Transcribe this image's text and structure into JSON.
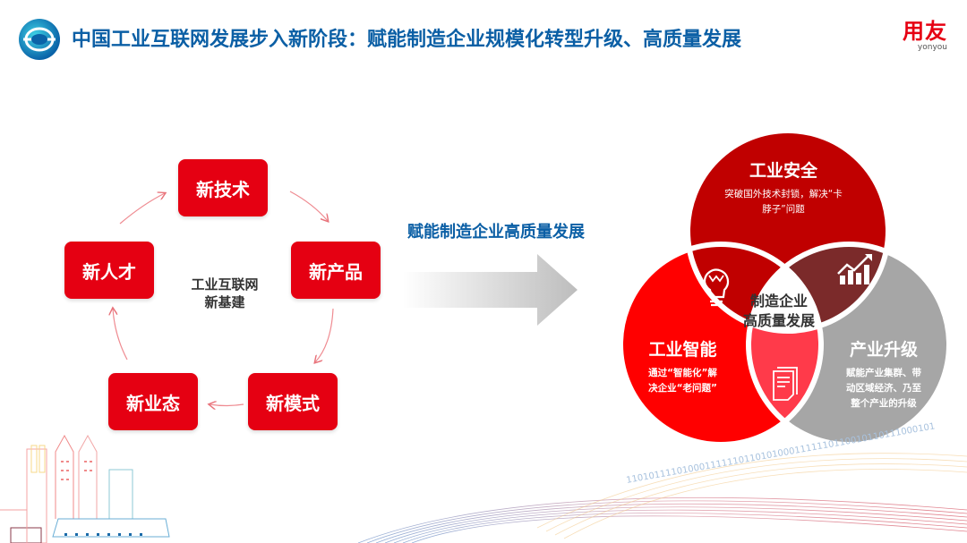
{
  "header": {
    "title": "中国工业互联网发展步入新阶段：赋能制造企业规模化转型升级、高质量发展",
    "brand_cn": "用友",
    "brand_en": "yonyou",
    "logo_left": "industrial-internet-logo"
  },
  "cycle": {
    "center_line1": "工业互联网",
    "center_line2": "新基建",
    "items": [
      {
        "label": "新技术"
      },
      {
        "label": "新产品"
      },
      {
        "label": "新模式"
      },
      {
        "label": "新业态"
      },
      {
        "label": "新人才"
      }
    ],
    "box_color": "#e50012"
  },
  "middle": {
    "label": "赋能制造企业高质量发展",
    "arrow": "gradient-right-arrow"
  },
  "venn": {
    "center_line1": "制造企业",
    "center_line2": "高质量发展",
    "top": {
      "title": "工业安全",
      "desc_line1": "突破国外技术封锁，解决“卡",
      "desc_line2": "脖子”问题",
      "color": "#c00000"
    },
    "left": {
      "title": "工业智能",
      "desc_line1": "通过“智能化”解",
      "desc_line2": "决企业“老问题”",
      "color": "#ff0000"
    },
    "right": {
      "title": "产业升级",
      "desc_line1": "赋能产业集群、带",
      "desc_line2": "动区域经济、乃至",
      "desc_line3": "整个产业的升级",
      "color": "#a6a6a6"
    },
    "overlaps": {
      "top_left": {
        "icon": "lightbulb-icon",
        "color": "#c00000"
      },
      "top_right": {
        "icon": "growth-chart-icon",
        "color": "#7b2a2a"
      },
      "bottom": {
        "icon": "document-icon",
        "color": "#ff3a4a"
      }
    }
  },
  "decor": {
    "binary_text": "1101011110100011111101101010001111110110010110111000101"
  }
}
